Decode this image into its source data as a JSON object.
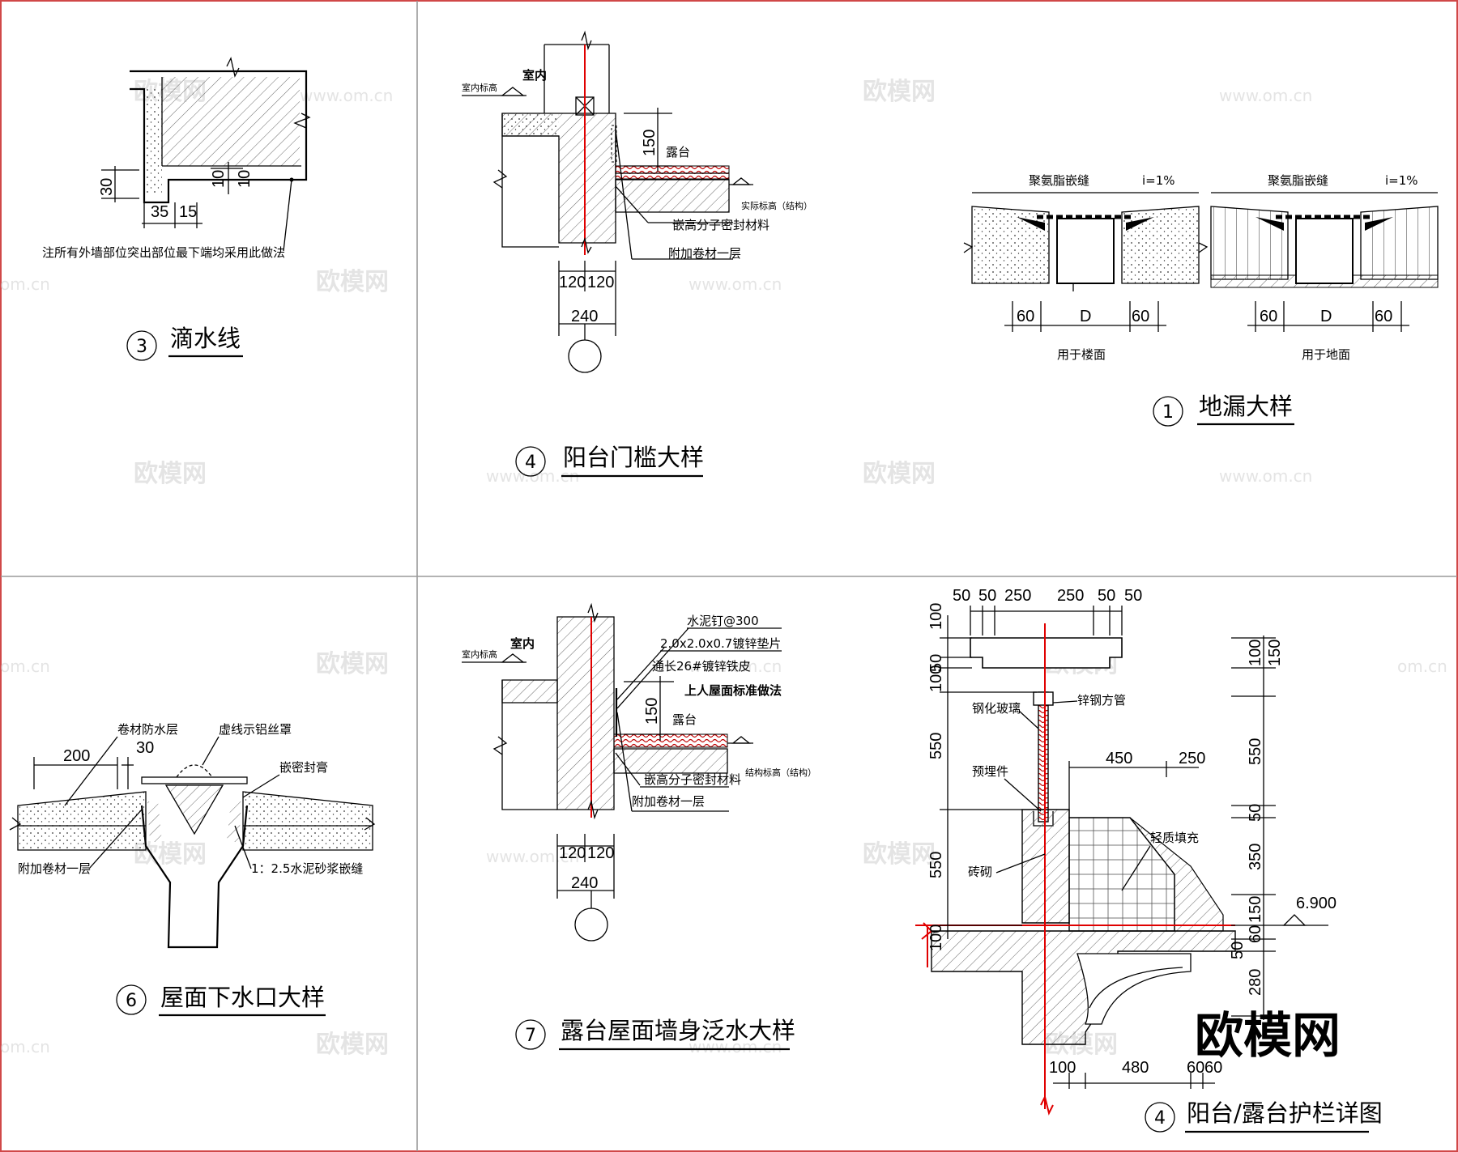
{
  "colors": {
    "frame": "#d04848",
    "guide": "#e00000",
    "ink": "#000000",
    "watermark": "#cfcfcf"
  },
  "watermark": {
    "cn": "欧模网",
    "url": "www.om.cn",
    "url_short": "om.cn"
  },
  "brand_logo": "欧模网",
  "details": {
    "drip": {
      "num": "3",
      "title": "滴水线",
      "note": "注所有外墙部位突出部位最下端均采用此做法",
      "dims": {
        "d30": "30",
        "d10a": "10",
        "d10b": "10",
        "d35": "35",
        "d15": "15"
      }
    },
    "door_sill": {
      "num": "4",
      "title": "阳台门槛大样",
      "indoor": "室内",
      "indoor_level": "室内标高",
      "terrace": "露台",
      "structure_level": "实际标高（结构）",
      "sealant": "嵌高分子密封材料",
      "extra_membrane": "附加卷材一层",
      "dims": {
        "d150": "150",
        "d120a": "120",
        "d120b": "120",
        "d240": "240"
      }
    },
    "floor_drain": {
      "num": "1",
      "title": "地漏大样",
      "left": {
        "label": "聚氨脂嵌缝",
        "slope": "i=1%",
        "d60a": "60",
        "dD": "D",
        "d60b": "60",
        "use": "用于楼面"
      },
      "right": {
        "label": "聚氨脂嵌缝",
        "slope": "i=1%",
        "d60a": "60",
        "dD": "D",
        "d60b": "60",
        "use": "用于地面"
      }
    },
    "roof_outlet": {
      "num": "6",
      "title": "屋面下水口大样",
      "membrane": "卷材防水层",
      "mesh": "虚线示铝丝罩",
      "sealant": "嵌密封膏",
      "extra": "附加卷材一层",
      "mortar": "1：2.5水泥砂浆嵌缝",
      "dims": {
        "d200": "200",
        "d30": "30"
      }
    },
    "flashing": {
      "num": "7",
      "title": "露台屋面墙身泛水大样",
      "indoor": "室内",
      "indoor_level": "室内标高",
      "nail": "水泥钉@300",
      "gasket": "2.0x2.0x0.7镀锌垫片",
      "strip": "通长26#镀锌铁皮",
      "roof_std": "上人屋面标准做法",
      "terrace": "露台",
      "struct_level": "结构标高（结构）",
      "sealant": "嵌高分子密封材料",
      "extra": "附加卷材一层",
      "dims": {
        "d150": "150",
        "d120a": "120",
        "d120b": "120",
        "d240": "240"
      }
    },
    "railing": {
      "num": "4",
      "title": "阳台/露台护栏详图",
      "glass": "钢化玻璃",
      "tube": "锌钢方管",
      "embed": "预埋件",
      "brick": "砖砌",
      "light_fill": "轻质填充",
      "elev": "6.900",
      "top_dims": [
        "50",
        "50",
        "250",
        "250",
        "50",
        "50"
      ],
      "left_dims": [
        "100",
        "50",
        "100",
        "550",
        "550",
        "100"
      ],
      "right_dims": [
        "100",
        "150",
        "550",
        "50",
        "350",
        "150",
        "60",
        "50",
        "280"
      ],
      "mid_dims": [
        "450",
        "250"
      ],
      "bottom_dims": [
        "100",
        "480",
        "60",
        "60"
      ]
    }
  }
}
